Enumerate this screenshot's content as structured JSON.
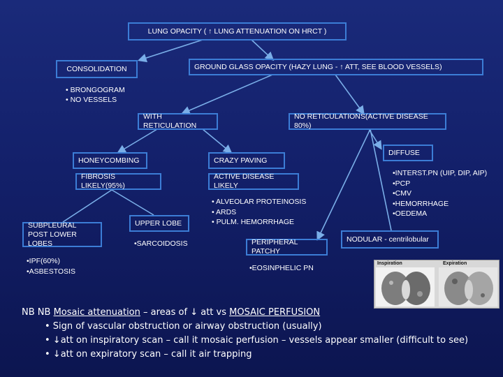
{
  "nodes": {
    "root": "LUNG OPACITY ( ↑ LUNG ATTENUATION ON HRCT )",
    "consolidation": "CONSOLIDATION",
    "ggo": "GROUND GLASS OPACITY (HAZY LUNG - ↑ ATT, SEE BLOOD VESSELS)",
    "cons_b1": "• BRONGOGRAM",
    "cons_b2": "• NO VESSELS",
    "with_ret": "WITH RETICULATION",
    "no_ret": "NO RETICULATIONS(ACTIVE DISEASE 80%)",
    "diffuse": "DIFFUSE",
    "honeycombing": "HONEYCOMBING",
    "crazy_paving": "CRAZY PAVING",
    "fibrosis_likely": "FIBROSIS LIKELY(95%)",
    "active_likely": "ACTIVE DISEASE LIKELY",
    "diffuse_items": [
      "•INTERST.PN (UIP, DIP, AIP)",
      "•PCP",
      "•CMV",
      "•HEMORRHAGE",
      "•OEDEMA"
    ],
    "crazy_items": [
      "• ALVEOLAR PROTEINOSIS",
      "• ARDS",
      "• PULM. HEMORRHAGE"
    ],
    "subpleural_1": "SUBPLEURAL",
    "subpleural_2": "POST LOWER LOBES",
    "upper_lobe": "UPPER LOBE",
    "peripheral": "PERIPHERAL PATCHY",
    "nodular": "NODULAR - centrilobular",
    "sarcoidosis": "•SARCOIDOSIS",
    "ipf": "•IPF(60%)",
    "asbestosis": "•ASBESTOSIS",
    "eosinophelic": "•EOSINPHELIC PN"
  },
  "images": {
    "inspiration": "Inspiration",
    "expiration": "Expiration"
  },
  "notes": {
    "line1_prefix": "NB NB ",
    "line1_term": "Mosaic attenuation",
    "line1_mid": " – areas of ↓ att        vs ",
    "line1_term2": "MOSAIC PERFUSION",
    "line2": "• Sign of vascular obstruction or airway obstruction (usually)",
    "line3": "• ↓att on inspiratory scan – call it mosaic perfusion – vessels appear smaller   (difficult to see)",
    "line4": "• ↓att on expiratory scan – call it air trapping"
  },
  "colors": {
    "background": "#13206a",
    "box_border": "#3c7dd6",
    "connector": "#7aaee8",
    "text": "#ffffff"
  }
}
